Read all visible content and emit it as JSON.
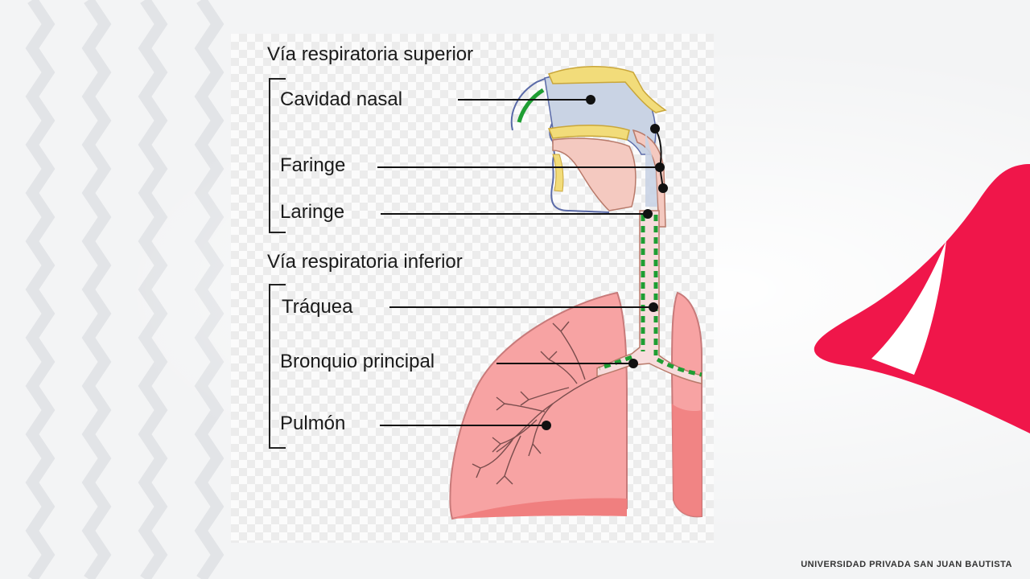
{
  "diagram": {
    "upper_heading": "Vía respiratoria superior",
    "lower_heading": "Vía respiratoria inferior",
    "labels": {
      "nasal": "Cavidad nasal",
      "pharynx": "Faringe",
      "larynx": "Laringe",
      "trachea": "Tráquea",
      "bronchus": "Bronquio principal",
      "lung": "Pulmón"
    }
  },
  "footer": {
    "institution": "UNIVERSIDAD PRIVADA SAN JUAN BAUTISTA"
  },
  "colors": {
    "accent_red": "#f0164a",
    "lung_pink": "#f7a3a3",
    "lung_outline": "#c87a7a",
    "mucosa_green": "#1f9e33",
    "airway_blue": "#c9d3e4",
    "bone_yellow": "#f2dc7a"
  }
}
